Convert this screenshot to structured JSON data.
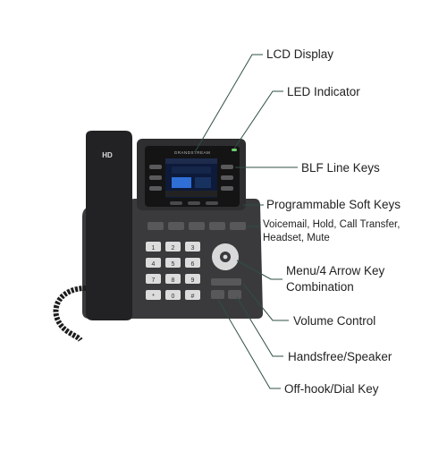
{
  "phone": {
    "handset_badge": "HD",
    "brand": "GRANDSTREAM",
    "screen_accent": "#2f6fd6",
    "body_color": "#3a3a3c",
    "leader_color": "#2f4f45"
  },
  "labels": {
    "lcd_display": "LCD Display",
    "led_indicator": "LED Indicator",
    "blf_line_keys": "BLF Line Keys",
    "programmable_soft_keys": "Programmable Soft Keys",
    "feature_keys_line1": "Voicemail, Hold, Call Transfer,",
    "feature_keys_line2": "Headset, Mute",
    "menu_arrow_line1": "Menu/4 Arrow Key",
    "menu_arrow_line2": "Combination",
    "volume_control": "Volume Control",
    "handsfree_speaker": "Handsfree/Speaker",
    "offhook_dial": "Off-hook/Dial Key"
  },
  "keypad": {
    "keys": [
      "1",
      "2",
      "3",
      "4",
      "5",
      "6",
      "7",
      "8",
      "9",
      "*",
      "0",
      "#"
    ]
  }
}
